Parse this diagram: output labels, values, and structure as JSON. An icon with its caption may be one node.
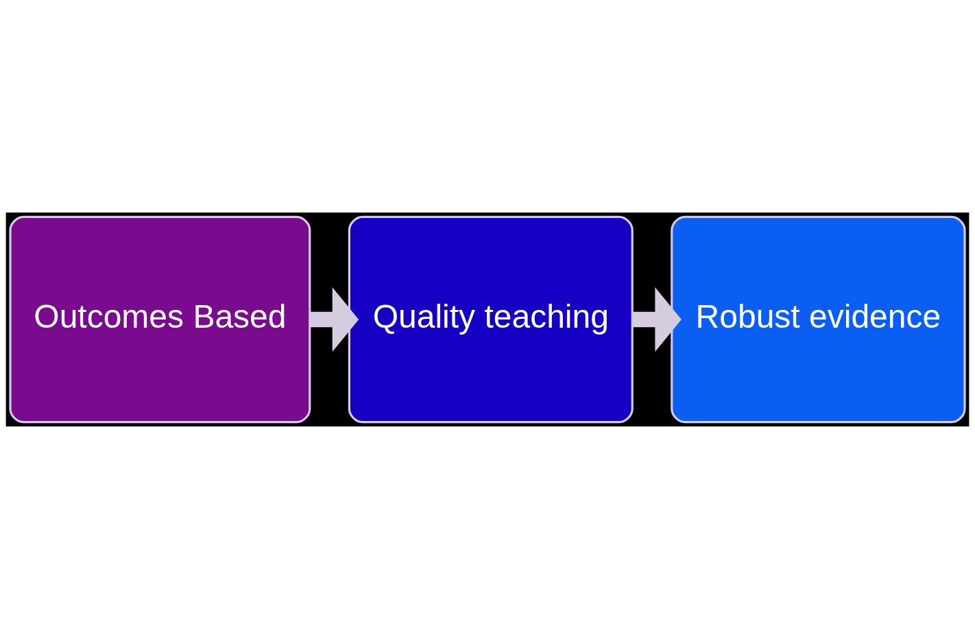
{
  "diagram": {
    "nodes": [
      {
        "text": [
          "Outcomes Based"
        ]
      },
      {
        "text": [
          "Quality teaching"
        ]
      },
      {
        "text": [
          "Robust evidence"
        ]
      }
    ],
    "edges": [
      {
        "from": 0,
        "to": 1,
        "arrow": "to"
      },
      {
        "from": 1,
        "to": 2,
        "arrow": "to"
      }
    ]
  }
}
